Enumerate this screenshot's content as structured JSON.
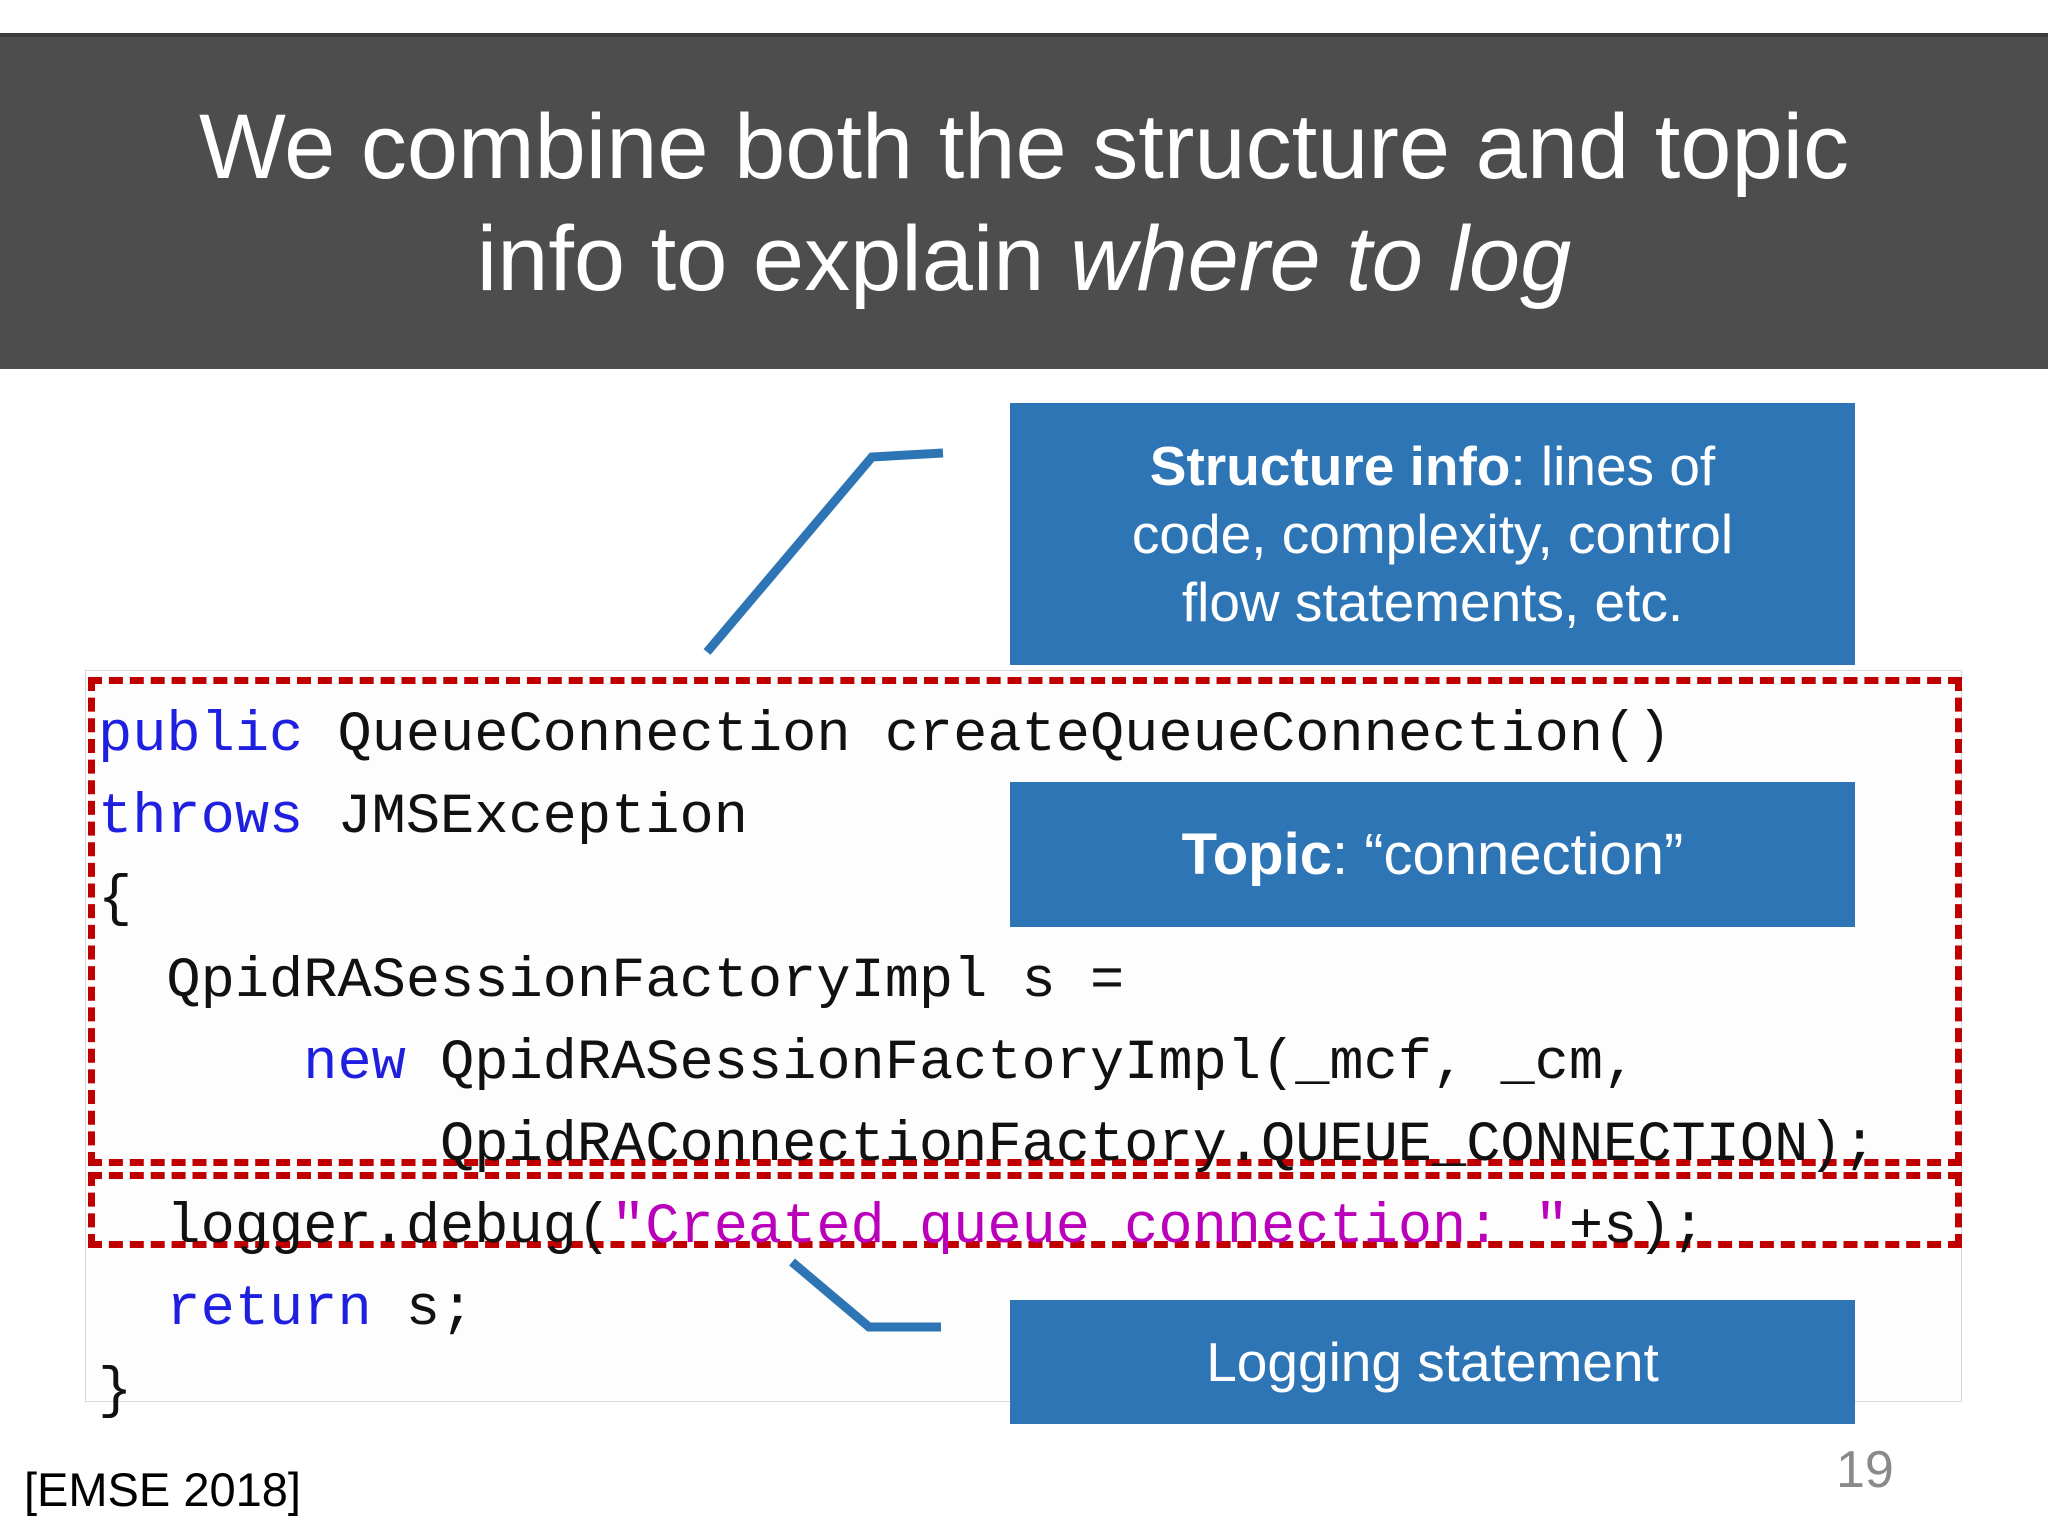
{
  "slide": {
    "title_line1": "We combine both the structure and topic",
    "title_line2_prefix": "info to explain ",
    "title_line2_italic": "where to log",
    "citation": "[EMSE 2018]",
    "page_number": "19"
  },
  "callouts": {
    "structure_info": {
      "line1_bold": "Structure info",
      "line1_rest": ": lines of",
      "line2": "code, complexity, control",
      "line3": "flow statements, etc."
    },
    "topic": {
      "bold": "Topic",
      "rest": ": “connection”"
    },
    "logging": {
      "label": "Logging statement"
    }
  },
  "colors": {
    "banner_bg": "#4d4d4d",
    "callout_bg": "#2e75b6",
    "connector_line": "#2e75b6",
    "dashed_border": "#c00000",
    "code_keyword": "#1f1fe0",
    "code_string": "#bb00bb",
    "code_text": "#111111",
    "page_number_text": "#8a8a8a"
  },
  "code": {
    "lines": [
      [
        {
          "t": "kw",
          "v": "public"
        },
        {
          "t": "pl",
          "v": " QueueConnection createQueueConnection()"
        }
      ],
      [
        {
          "t": "kw",
          "v": "throws"
        },
        {
          "t": "pl",
          "v": " JMSException"
        }
      ],
      [
        {
          "t": "pl",
          "v": "{"
        }
      ],
      [
        {
          "t": "pl",
          "v": "  QpidRASessionFactoryImpl s ="
        }
      ],
      [
        {
          "t": "pl",
          "v": "      "
        },
        {
          "t": "kw",
          "v": "new"
        },
        {
          "t": "pl",
          "v": " QpidRASessionFactoryImpl(_mcf, _cm,"
        }
      ],
      [
        {
          "t": "pl",
          "v": "          QpidRAConnectionFactory.QUEUE_CONNECTION);"
        }
      ],
      [
        {
          "t": "pl",
          "v": "  logger.debug("
        },
        {
          "t": "str",
          "v": "\"Created queue connection: \""
        },
        {
          "t": "pl",
          "v": "+s);"
        }
      ],
      [
        {
          "t": "pl",
          "v": "  "
        },
        {
          "t": "kw",
          "v": "return"
        },
        {
          "t": "pl",
          "v": " s;"
        }
      ],
      [
        {
          "t": "pl",
          "v": "}"
        }
      ]
    ]
  }
}
